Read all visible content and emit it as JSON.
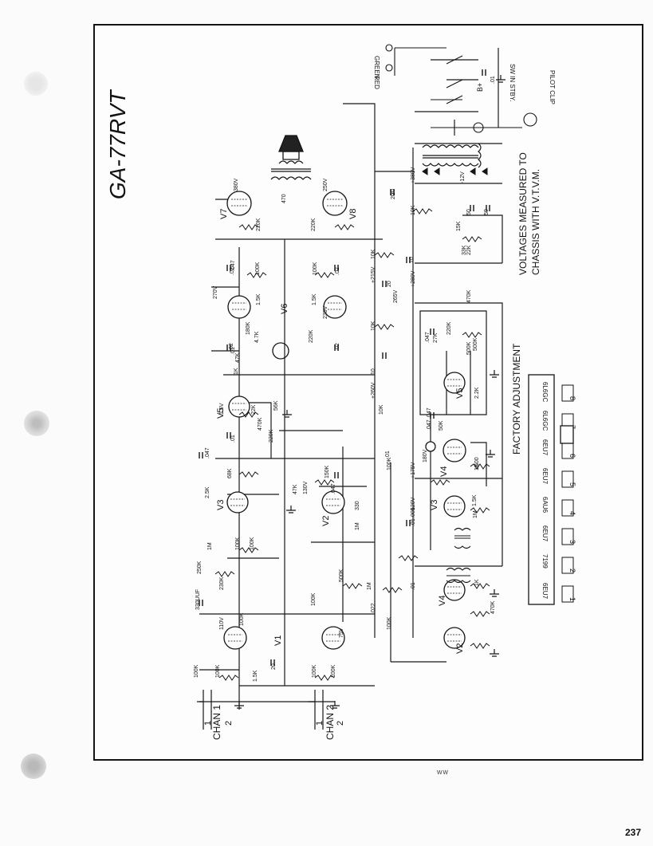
{
  "page": {
    "page_number": "237",
    "stray_mark": "ww"
  },
  "schematic": {
    "model_title": "GA-77RVT",
    "notes": {
      "voltage_note_line1": "VOLTAGES MEASURED TO",
      "voltage_note_line2": "CHASSIS WITH V.T.V.M.",
      "factory_adjustment": "FACTORY ADJUSTMENT"
    },
    "inputs": [
      {
        "label": "CHAN 1",
        "jacks": [
          "1",
          "2"
        ]
      },
      {
        "label": "CHAN 2",
        "jacks": [
          "1",
          "2"
        ]
      }
    ],
    "tubes": [
      "V1",
      "V2",
      "V3",
      "V4",
      "V5",
      "V6",
      "V7",
      "V8",
      "V2",
      "V3",
      "V4",
      "V5"
    ],
    "resistors": [
      "100K",
      "100K",
      "1.5K",
      "100K",
      "100K",
      "100K",
      "230K",
      "250K",
      "1M",
      "100K",
      "100K",
      "68K",
      "2.5K",
      "47K",
      "150K",
      "330",
      "1M",
      "100K",
      "22K",
      "470K",
      "220K",
      "56K",
      "1K",
      "180K",
      "4.7K",
      "220K",
      "100K",
      "100K",
      "1.5K",
      "1.5K",
      "220K",
      "220K",
      "470",
      "47K",
      "10K",
      "10K",
      "10K",
      "10K",
      "500",
      "1K",
      "470K",
      "27K",
      "220K",
      "2.2K",
      "500K",
      "500K",
      "1.5K",
      "1M",
      "50K",
      "15K",
      "22K",
      "33K",
      "470K",
      "100K",
      "500K",
      "1K",
      "100K",
      "1M"
    ],
    "capacitors": [
      ".047",
      ".01",
      ".01",
      ".047",
      ".02",
      ".02",
      ".02",
      ".02",
      ".01",
      ".047",
      ".047",
      ".047",
      ".047",
      ".01",
      ".005",
      ".01",
      ".022",
      ".01",
      "20",
      "20",
      "10",
      "10",
      "20",
      "50",
      "50",
      "330UUF",
      "20"
    ],
    "power_labels": [
      "GREEN",
      "RED",
      "SW IN STBY.",
      "PILOT CLIP",
      "B+"
    ],
    "tube_chart": [
      {
        "pin": "1",
        "tube": "6EU7"
      },
      {
        "pin": "2",
        "tube": "7199"
      },
      {
        "pin": "3",
        "tube": "6EU7"
      },
      {
        "pin": "4",
        "tube": "6AU6"
      },
      {
        "pin": "5",
        "tube": "6EU7"
      },
      {
        "pin": "6",
        "tube": "6EU7"
      },
      {
        "pin": "7",
        "tube": "6L6GC"
      },
      {
        "pin": "8",
        "tube": "6L6GC"
      }
    ],
    "voltages": [
      "110V",
      "75V",
      "1.5V",
      "260V",
      "270V",
      "265V",
      "235V",
      "130V",
      "380V",
      "250V",
      "180V",
      "120V",
      "-12V",
      "+215V",
      "+260V",
      "+280V",
      "+260V",
      "+380V",
      "+175V"
    ]
  }
}
